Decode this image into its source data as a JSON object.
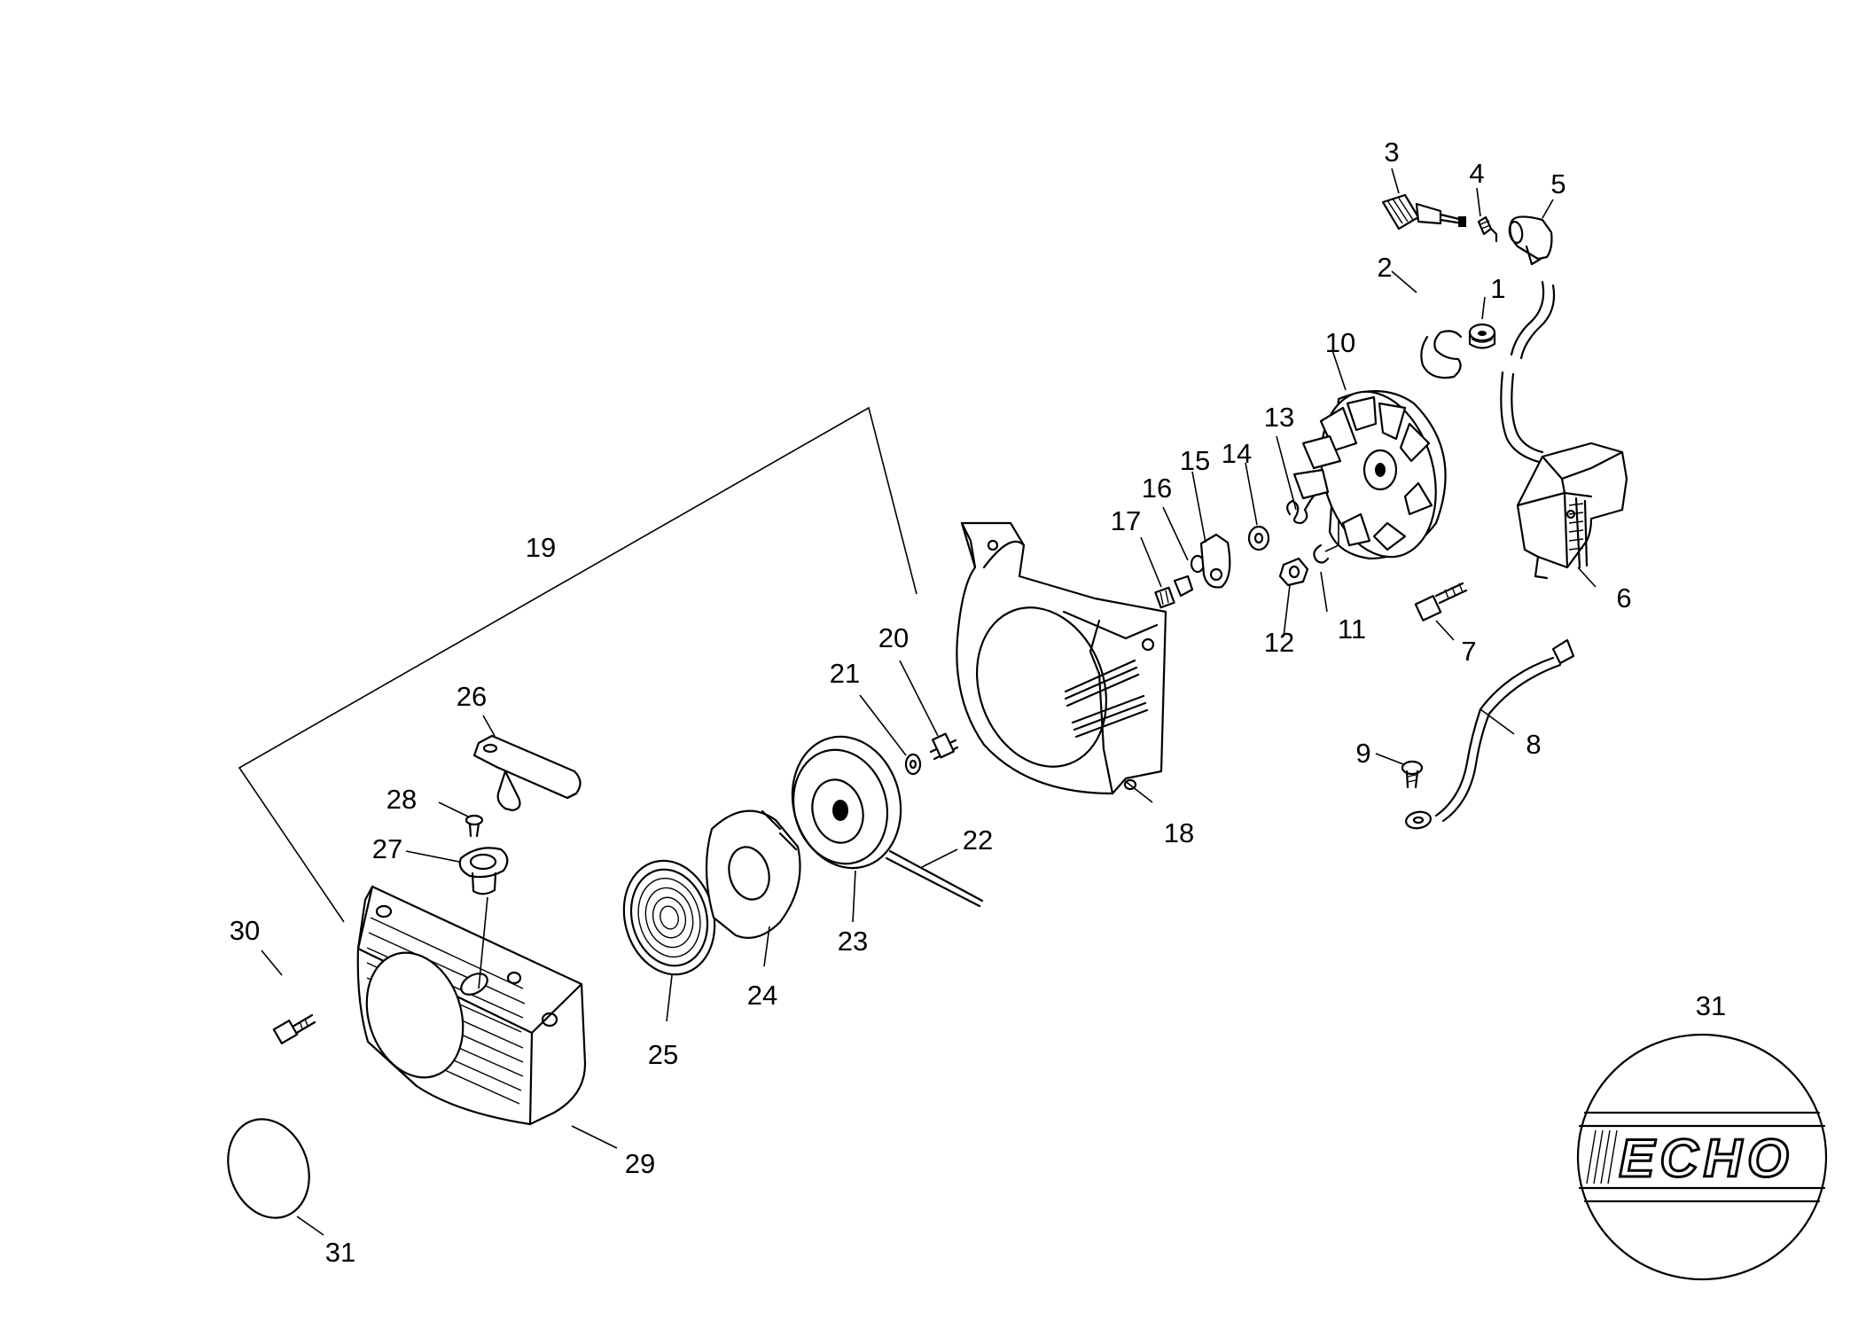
{
  "brand": "ECHO",
  "callouts": [
    {
      "id": "c1",
      "label": "1"
    },
    {
      "id": "c2",
      "label": "2"
    },
    {
      "id": "c3",
      "label": "3"
    },
    {
      "id": "c4",
      "label": "4"
    },
    {
      "id": "c5",
      "label": "5"
    },
    {
      "id": "c6",
      "label": "6"
    },
    {
      "id": "c7",
      "label": "7"
    },
    {
      "id": "c8",
      "label": "8"
    },
    {
      "id": "c9",
      "label": "9"
    },
    {
      "id": "c10",
      "label": "10"
    },
    {
      "id": "c11",
      "label": "11"
    },
    {
      "id": "c12",
      "label": "12"
    },
    {
      "id": "c13",
      "label": "13"
    },
    {
      "id": "c14",
      "label": "14"
    },
    {
      "id": "c15",
      "label": "15"
    },
    {
      "id": "c16",
      "label": "16"
    },
    {
      "id": "c17",
      "label": "17"
    },
    {
      "id": "c18",
      "label": "18"
    },
    {
      "id": "c19",
      "label": "19"
    },
    {
      "id": "c20",
      "label": "20"
    },
    {
      "id": "c21",
      "label": "21"
    },
    {
      "id": "c22",
      "label": "22"
    },
    {
      "id": "c23",
      "label": "23"
    },
    {
      "id": "c24",
      "label": "24"
    },
    {
      "id": "c25",
      "label": "25"
    },
    {
      "id": "c26",
      "label": "26"
    },
    {
      "id": "c27",
      "label": "27"
    },
    {
      "id": "c28",
      "label": "28"
    },
    {
      "id": "c29",
      "label": "29"
    },
    {
      "id": "c30",
      "label": "30"
    },
    {
      "id": "c31a",
      "label": "31"
    },
    {
      "id": "c31b",
      "label": "31"
    }
  ]
}
